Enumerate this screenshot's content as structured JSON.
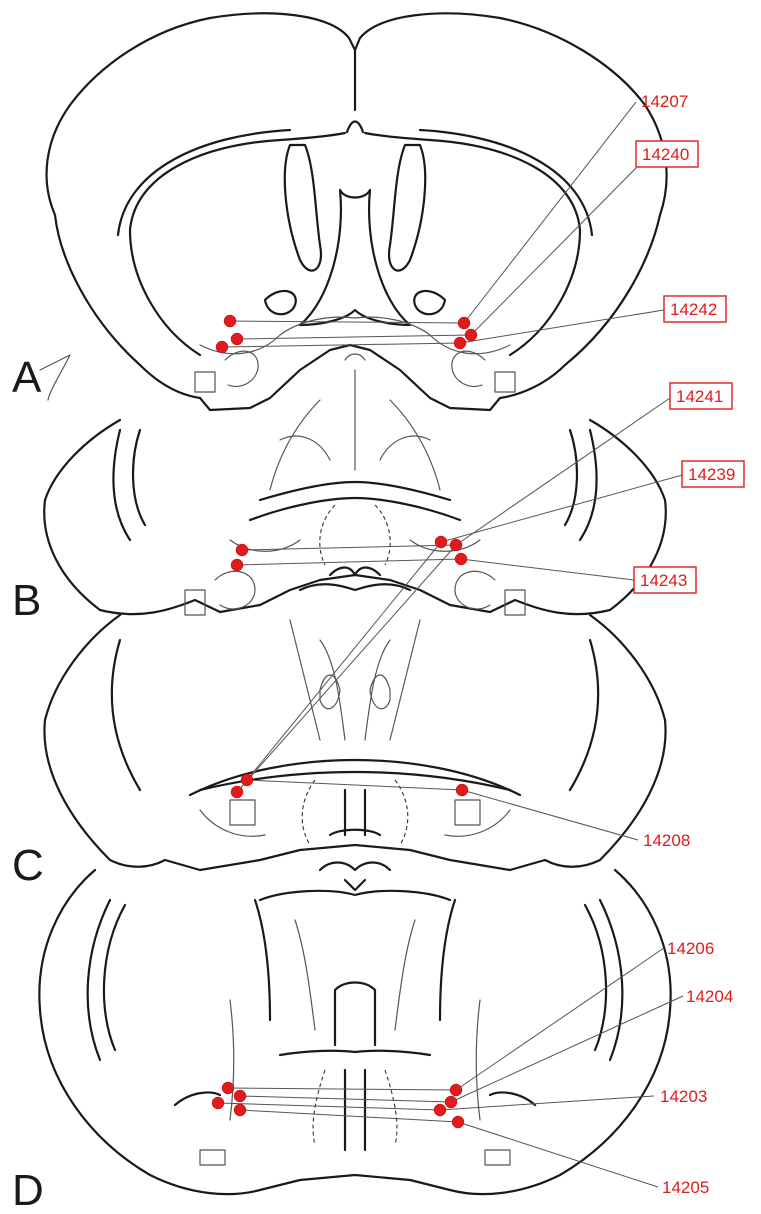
{
  "colors": {
    "marker": "#e01b1b",
    "outline": "#1a1a1a",
    "label": "#e01b1b"
  },
  "panels": [
    {
      "letter": "A"
    },
    {
      "letter": "B"
    },
    {
      "letter": "C"
    },
    {
      "letter": "D"
    }
  ],
  "site_labels": [
    {
      "text": "14207",
      "boxed": false
    },
    {
      "text": "14240",
      "boxed": true
    },
    {
      "text": "14242",
      "boxed": true
    },
    {
      "text": "14241",
      "boxed": true
    },
    {
      "text": "14239",
      "boxed": true
    },
    {
      "text": "14243",
      "boxed": true
    },
    {
      "text": "14208",
      "boxed": false
    },
    {
      "text": "14206",
      "boxed": false
    },
    {
      "text": "14204",
      "boxed": false
    },
    {
      "text": "14203",
      "boxed": false
    },
    {
      "text": "14205",
      "boxed": false
    }
  ]
}
